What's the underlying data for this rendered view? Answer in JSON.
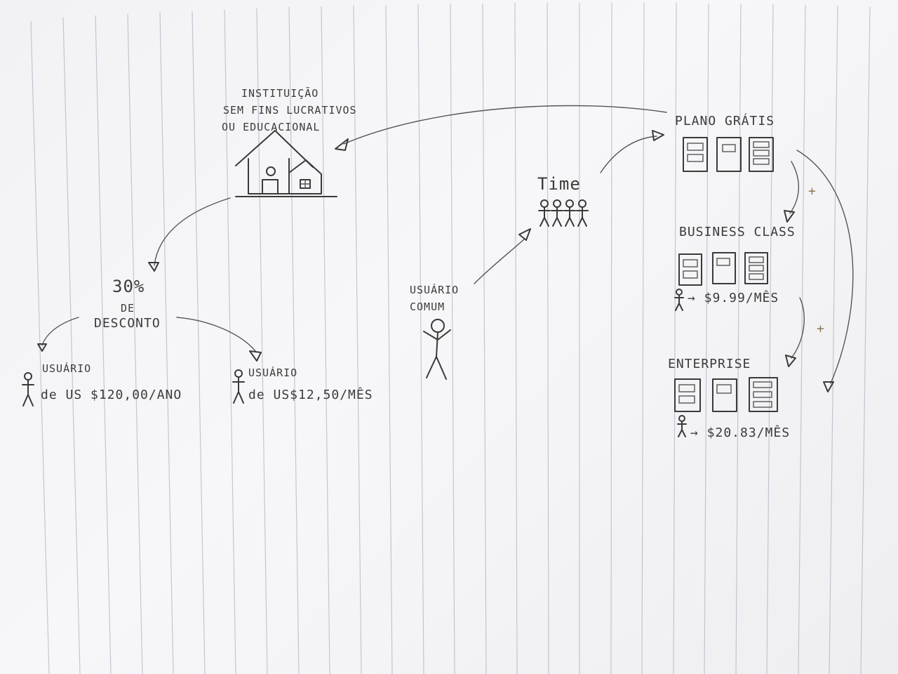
{
  "institution": {
    "line1": "INSTITUIÇÃO",
    "line2": "SEM FINS LUCRATIVOS",
    "line3": "OU EDUCACIONAL"
  },
  "discount": {
    "percent": "30%",
    "line2": "DE",
    "line3": "DESCONTO"
  },
  "user_annual": {
    "title": "USUÁRIO",
    "price": "de US $120,00/ANO"
  },
  "user_monthly": {
    "title": "USUÁRIO",
    "price": "de US$12,50/MÊS"
  },
  "common_user": {
    "line1": "USUÁRIO",
    "line2": "COMUM"
  },
  "team": {
    "label": "Time"
  },
  "plans": [
    {
      "name": "PLANO GRÁTIS",
      "price": ""
    },
    {
      "name": "BUSINESS CLASS",
      "price": "→ $9.99/MÊS"
    },
    {
      "name": "ENTERPRISE",
      "price": "→ $20.83/MÊS"
    }
  ],
  "plus_sign": "+",
  "colors": {
    "ink": "#3a3a3a",
    "paper": "#f4f4f6",
    "rule": "#9aa0b4"
  }
}
